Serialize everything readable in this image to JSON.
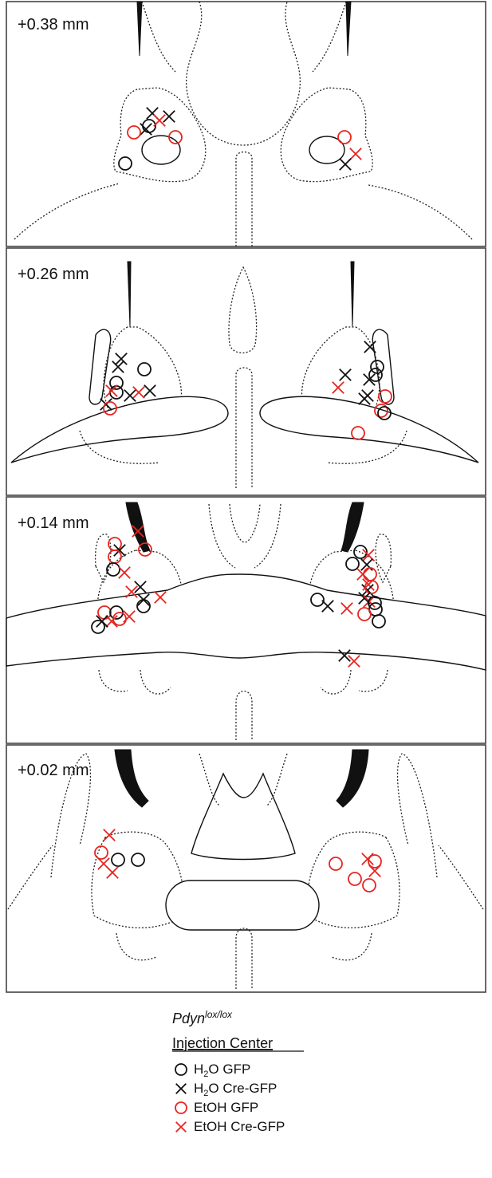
{
  "panels": [
    {
      "label": "+0.38 mm"
    },
    {
      "label": "+0.26 mm"
    },
    {
      "label": "+0.14 mm"
    },
    {
      "label": "+0.02 mm"
    }
  ],
  "legend": {
    "genotype_base": "Pdyn",
    "genotype_sup": "lox/lox",
    "heading": "Injection Center",
    "items": [
      {
        "group_prefix": "H",
        "group_sub": "2",
        "group_suffix": "O",
        "virus": "GFP",
        "marker": "circle",
        "color": "#111111"
      },
      {
        "group_prefix": "H",
        "group_sub": "2",
        "group_suffix": "O",
        "virus": "Cre-GFP",
        "marker": "cross",
        "color": "#111111"
      },
      {
        "group_prefix": "EtOH",
        "group_sub": "",
        "group_suffix": "",
        "virus": "GFP",
        "marker": "circle",
        "color": "#e8241f"
      },
      {
        "group_prefix": "EtOH",
        "group_sub": "",
        "group_suffix": "",
        "virus": "Cre-GFP",
        "marker": "cross",
        "color": "#e8241f"
      }
    ]
  }
}
